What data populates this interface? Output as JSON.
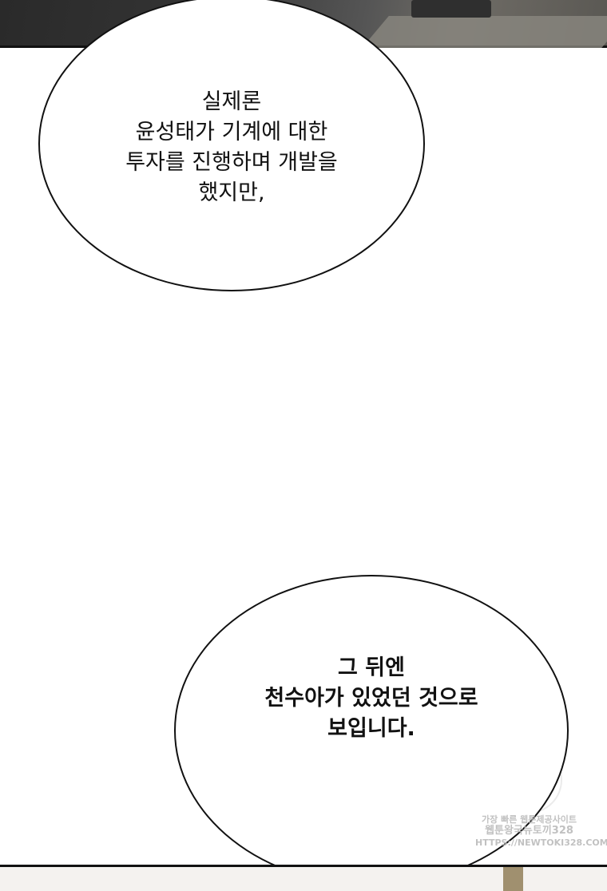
{
  "bubbles": [
    {
      "text": "실제론\n윤성태가 기계에 대한\n투자를 진행하며 개발을\n했지만,"
    },
    {
      "text": "그 뒤엔\n천수아가 있었던 것으로\n보입니다."
    }
  ],
  "watermark": {
    "line1": "가장 빠른 웹툰제공사이트",
    "line2": "웹툰왕국뉴토끼328",
    "line3": "HTTPS://NEWTOKI328.COM"
  }
}
